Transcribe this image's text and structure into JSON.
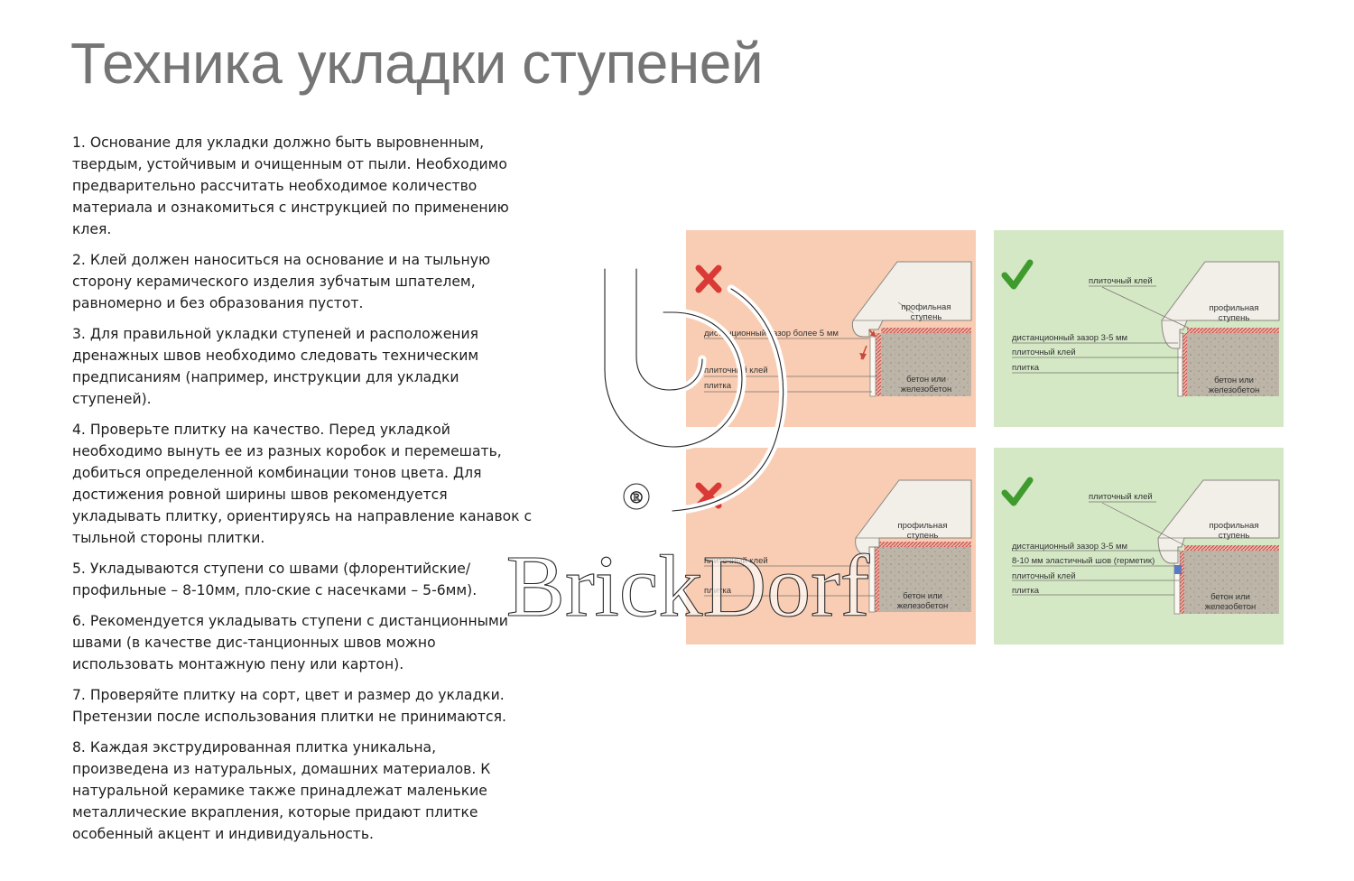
{
  "page": {
    "title": "Техника укладки ступеней"
  },
  "rules": [
    "1. Основание для укладки должно быть выровненным, твердым, устойчивым и очищенным от пыли. Необходимо предварительно рассчитать необходимое количество материала и ознакомиться с инструкцией по применению клея.",
    "2. Клей должен наноситься на основание и на тыльную сторону керамического изделия зубчатым шпателем, равномерно и без образования пустот.",
    "3. Для правильной укладки ступеней и расположения дренажных швов необходимо следовать техническим предписаниям (например, инструкции для укладки ступеней).",
    "4. Проверьте плитку на качество. Перед укладкой необходимо вынуть ее из разных коробок и перемешать, добиться определенной комбинации тонов цвета. Для достижения ровной ширины швов рекомендуется укладывать плитку, ориентируясь на направление канавок с тыльной стороны плитки.",
    "5. Укладываются ступени со швами (флорентийские/ профильные – 8-10мм, пло-ские с насечками – 5-6мм).",
    "6. Рекомендуется укладывать ступени с дистанционными швами (в качестве дис-танционных швов можно использовать монтажную пену или картон).",
    "7. Проверяйте плитку на сорт, цвет и размер до укладки. Претензии после использования плитки не принимаются.",
    "8. Каждая экструдированная плитка уникальна, произведена из натуральных, домашних материалов. К натуральной керамике также принадлежат маленькие металлические вкрапления, которые придают плитке особенный акцент и индивидуальность."
  ],
  "diagrams": {
    "wrong_top": {
      "status_icon": "cross-icon",
      "gap_label": "дистанционный зазор более 5 мм",
      "adhesive_label": "плиточный клей",
      "tile_label": "плитка",
      "step_label_1": "профильная",
      "step_label_2": "ступень",
      "concrete_label_1": "бетон или",
      "concrete_label_2": "железобетон"
    },
    "correct_top": {
      "status_icon": "check-icon",
      "top_adhesive_label": "плиточный клей",
      "gap_label": "дистанционный зазор 3-5 мм",
      "adhesive_label": "плиточный клей",
      "tile_label": "плитка",
      "step_label_1": "профильная",
      "step_label_2": "ступень",
      "concrete_label_1": "бетон или",
      "concrete_label_2": "железобетон"
    },
    "wrong_bottom": {
      "status_icon": "cross-icon",
      "adhesive_label": "плиточный клей",
      "tile_label": "плитка",
      "step_label_1": "профильная",
      "step_label_2": "ступень",
      "concrete_label_1": "бетон или",
      "concrete_label_2": "железобетон"
    },
    "correct_bottom": {
      "status_icon": "check-icon",
      "top_adhesive_label": "плиточный клей",
      "gap_label": "дистанционный зазор 3-5 мм",
      "elastic_label": "8-10 мм эластичный шов (герметик)",
      "adhesive_label": "плиточный клей",
      "tile_label": "плитка",
      "step_label_1": "профильная",
      "step_label_2": "ступень",
      "concrete_label_1": "бетон или",
      "concrete_label_2": "железобетон"
    }
  },
  "watermark": {
    "brand": "BrickDorf",
    "registered": "®"
  },
  "colors": {
    "wrong_bg": "#f8cdb4",
    "correct_bg": "#d4e8c6",
    "cross": "#d93a36",
    "check": "#3f9b2d",
    "concrete": "#bcb5a8",
    "step": "#f2efe9",
    "adhesive": "#c8473f",
    "title": "#757575"
  }
}
